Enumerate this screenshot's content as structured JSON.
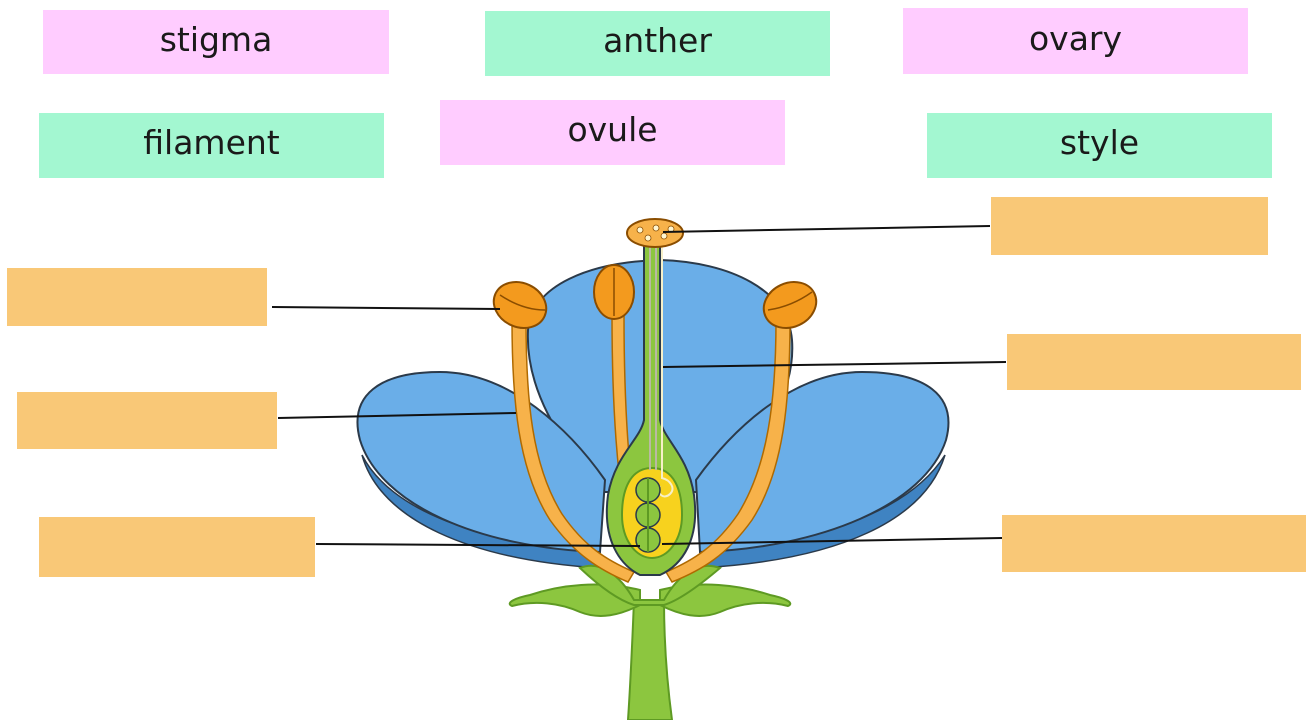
{
  "word_cards": [
    {
      "text": "stigma",
      "color": "#ffccff"
    },
    {
      "text": "anther",
      "color": "#a3f7d1"
    },
    {
      "text": "ovary",
      "color": "#ffccff"
    },
    {
      "text": "filament",
      "color": "#a3f7d1"
    },
    {
      "text": "ovule",
      "color": "#ffccff"
    },
    {
      "text": "style",
      "color": "#a3f7d1"
    }
  ],
  "answer_boxes": [
    {
      "slot": "left-top",
      "color": "#f9c877"
    },
    {
      "slot": "left-middle",
      "color": "#f9c877"
    },
    {
      "slot": "left-bottom",
      "color": "#f9c877"
    },
    {
      "slot": "right-top",
      "color": "#f9c877"
    },
    {
      "slot": "right-middle",
      "color": "#f9c877"
    },
    {
      "slot": "right-bottom",
      "color": "#f9c877"
    }
  ],
  "colors": {
    "petal": "#6aaee8",
    "petal_shadow": "#3f83c2",
    "outline": "#2b3a4a",
    "stamen": "#f39a1e",
    "stamen_light": "#f7b24a",
    "pistil_green": "#8cc63f",
    "pistil_dark": "#5e9a23",
    "ovary_yellow": "#f7d21e",
    "leader_line": "#111111"
  }
}
